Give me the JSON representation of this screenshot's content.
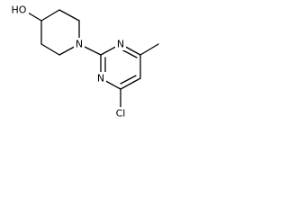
{
  "molecule": {
    "atoms": {
      "hydroxyl": "HO",
      "piperidine_nitrogen": "N",
      "pyrimidine_n1": "N",
      "pyrimidine_n3": "N",
      "chloro": "Cl"
    }
  }
}
